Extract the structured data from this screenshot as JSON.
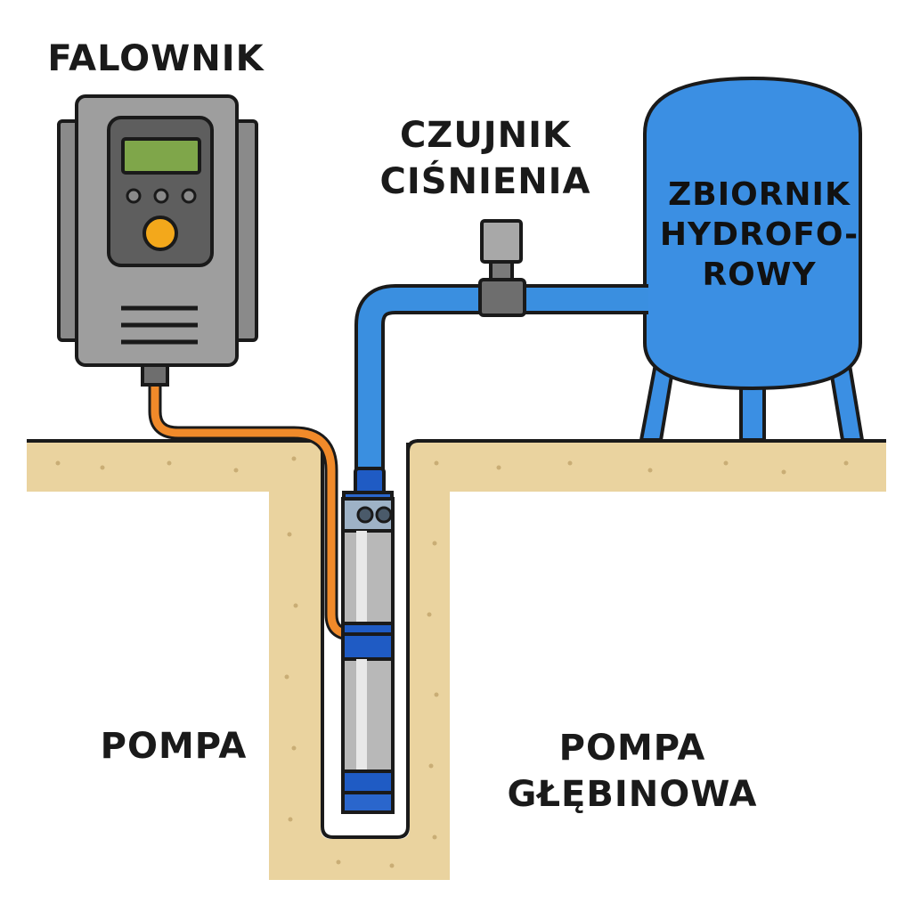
{
  "labels": {
    "inverter": "FALOWNIK",
    "sensor_line1": "CZUJNIK",
    "sensor_line2": "CIŚNIENIA",
    "tank_line1": "ZBIORNIK",
    "tank_line2": "HYDROFO-",
    "tank_line3": "ROWY",
    "pump": "POMPA",
    "deep_pump_line1": "POMPA",
    "deep_pump_line2": "GŁĘBINOWA"
  },
  "colors": {
    "ground": "#ead39f",
    "pipe": "#3a8fe0",
    "tank": "#3b8fe3",
    "cable": "#f08a2a",
    "inverter_body": "#9a9a9a",
    "inverter_screen": "#7fa64a",
    "inverter_button": "#f3a81b",
    "pump_blue": "#1f5bc4",
    "pump_steel": "#b8b8b8"
  },
  "icons": [
    "inverter-icon",
    "pressure-sensor-icon",
    "pressure-tank-icon",
    "submersible-pump-icon"
  ]
}
